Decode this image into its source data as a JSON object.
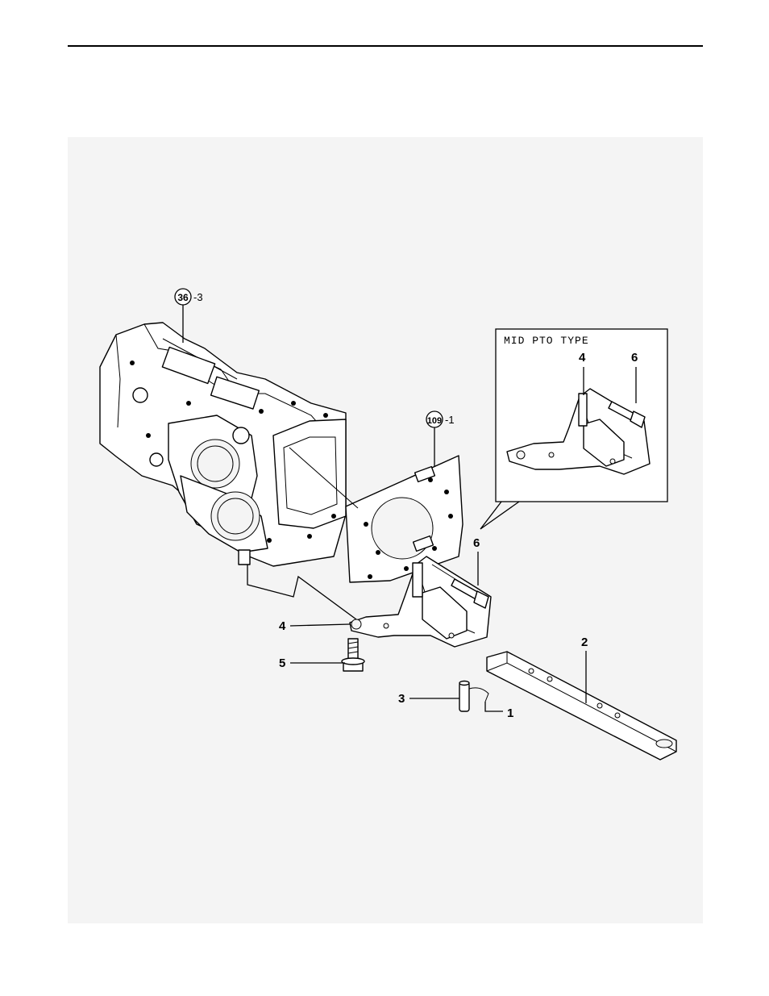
{
  "inset": {
    "title": "MID PTO TYPE",
    "callouts": [
      "4",
      "6"
    ]
  },
  "callouts": {
    "ref_36": {
      "circle": "36",
      "suffix": "-3"
    },
    "ref_109": {
      "circle": "109",
      "suffix": "-1"
    },
    "part_1": "1",
    "part_2": "2",
    "part_3": "3",
    "part_4": "4",
    "part_5": "5",
    "part_6": "6"
  }
}
